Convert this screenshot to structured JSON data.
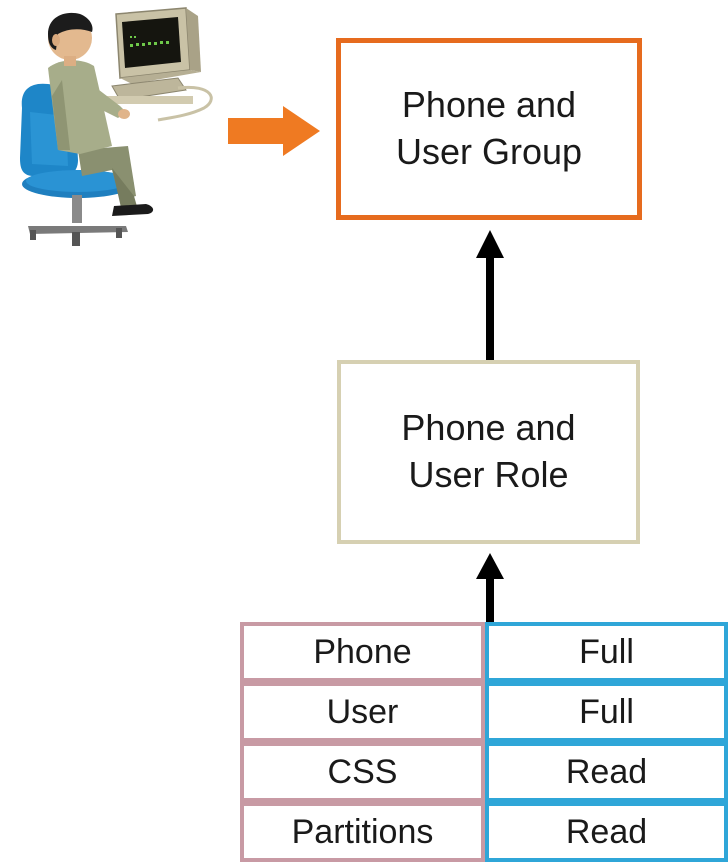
{
  "group": {
    "line1": "Phone and",
    "line2": "User Group"
  },
  "role": {
    "line1": "Phone and",
    "line2": "User Role"
  },
  "permissions": [
    {
      "resource": "Phone",
      "access": "Full"
    },
    {
      "resource": "User",
      "access": "Full"
    },
    {
      "resource": "CSS",
      "access": "Read"
    },
    {
      "resource": "Partitions",
      "access": "Read"
    }
  ],
  "colors": {
    "group_border": "#e66b1e",
    "role_border": "#d6d0b2",
    "resource_border": "#c89aa4",
    "access_border": "#2fa6d8",
    "arrow_orange": "#ef7a22"
  },
  "icons": {
    "user": "user-at-computer-icon",
    "assign_arrow": "right-arrow-icon",
    "up_arrow": "up-arrow-icon"
  }
}
